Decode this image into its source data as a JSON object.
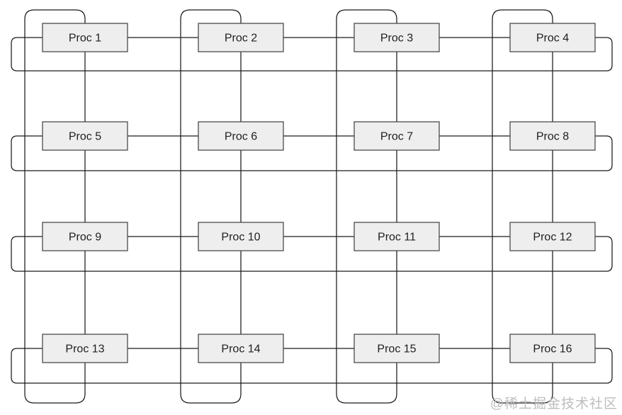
{
  "diagram": {
    "kind": "processor-interconnect-torus",
    "grid": {
      "rows": 4,
      "cols": 4
    },
    "nodes": [
      {
        "id": 1,
        "label": "Proc 1",
        "row": 0,
        "col": 0
      },
      {
        "id": 2,
        "label": "Proc 2",
        "row": 0,
        "col": 1
      },
      {
        "id": 3,
        "label": "Proc 3",
        "row": 0,
        "col": 2
      },
      {
        "id": 4,
        "label": "Proc 4",
        "row": 0,
        "col": 3
      },
      {
        "id": 5,
        "label": "Proc 5",
        "row": 1,
        "col": 0
      },
      {
        "id": 6,
        "label": "Proc 6",
        "row": 1,
        "col": 1
      },
      {
        "id": 7,
        "label": "Proc 7",
        "row": 1,
        "col": 2
      },
      {
        "id": 8,
        "label": "Proc 8",
        "row": 1,
        "col": 3
      },
      {
        "id": 9,
        "label": "Proc 9",
        "row": 2,
        "col": 0
      },
      {
        "id": 10,
        "label": "Proc 10",
        "row": 2,
        "col": 1
      },
      {
        "id": 11,
        "label": "Proc 11",
        "row": 2,
        "col": 2
      },
      {
        "id": 12,
        "label": "Proc 12",
        "row": 2,
        "col": 3
      },
      {
        "id": 13,
        "label": "Proc 13",
        "row": 3,
        "col": 0
      },
      {
        "id": 14,
        "label": "Proc 14",
        "row": 3,
        "col": 1
      },
      {
        "id": 15,
        "label": "Proc 15",
        "row": 3,
        "col": 2
      },
      {
        "id": 16,
        "label": "Proc 16",
        "row": 3,
        "col": 3
      }
    ],
    "links": {
      "horizontal_neighbors": true,
      "vertical_neighbors": true,
      "row_wraparound": true,
      "column_wraparound": true
    },
    "colors": {
      "line": "#1a1a1a",
      "node_fill": "#eeeeee",
      "node_border": "#4a4a4a",
      "label": "#1f1f1f"
    }
  },
  "watermark": {
    "text": "@稀土掘金技术社区",
    "color": "#bdbdbd"
  }
}
